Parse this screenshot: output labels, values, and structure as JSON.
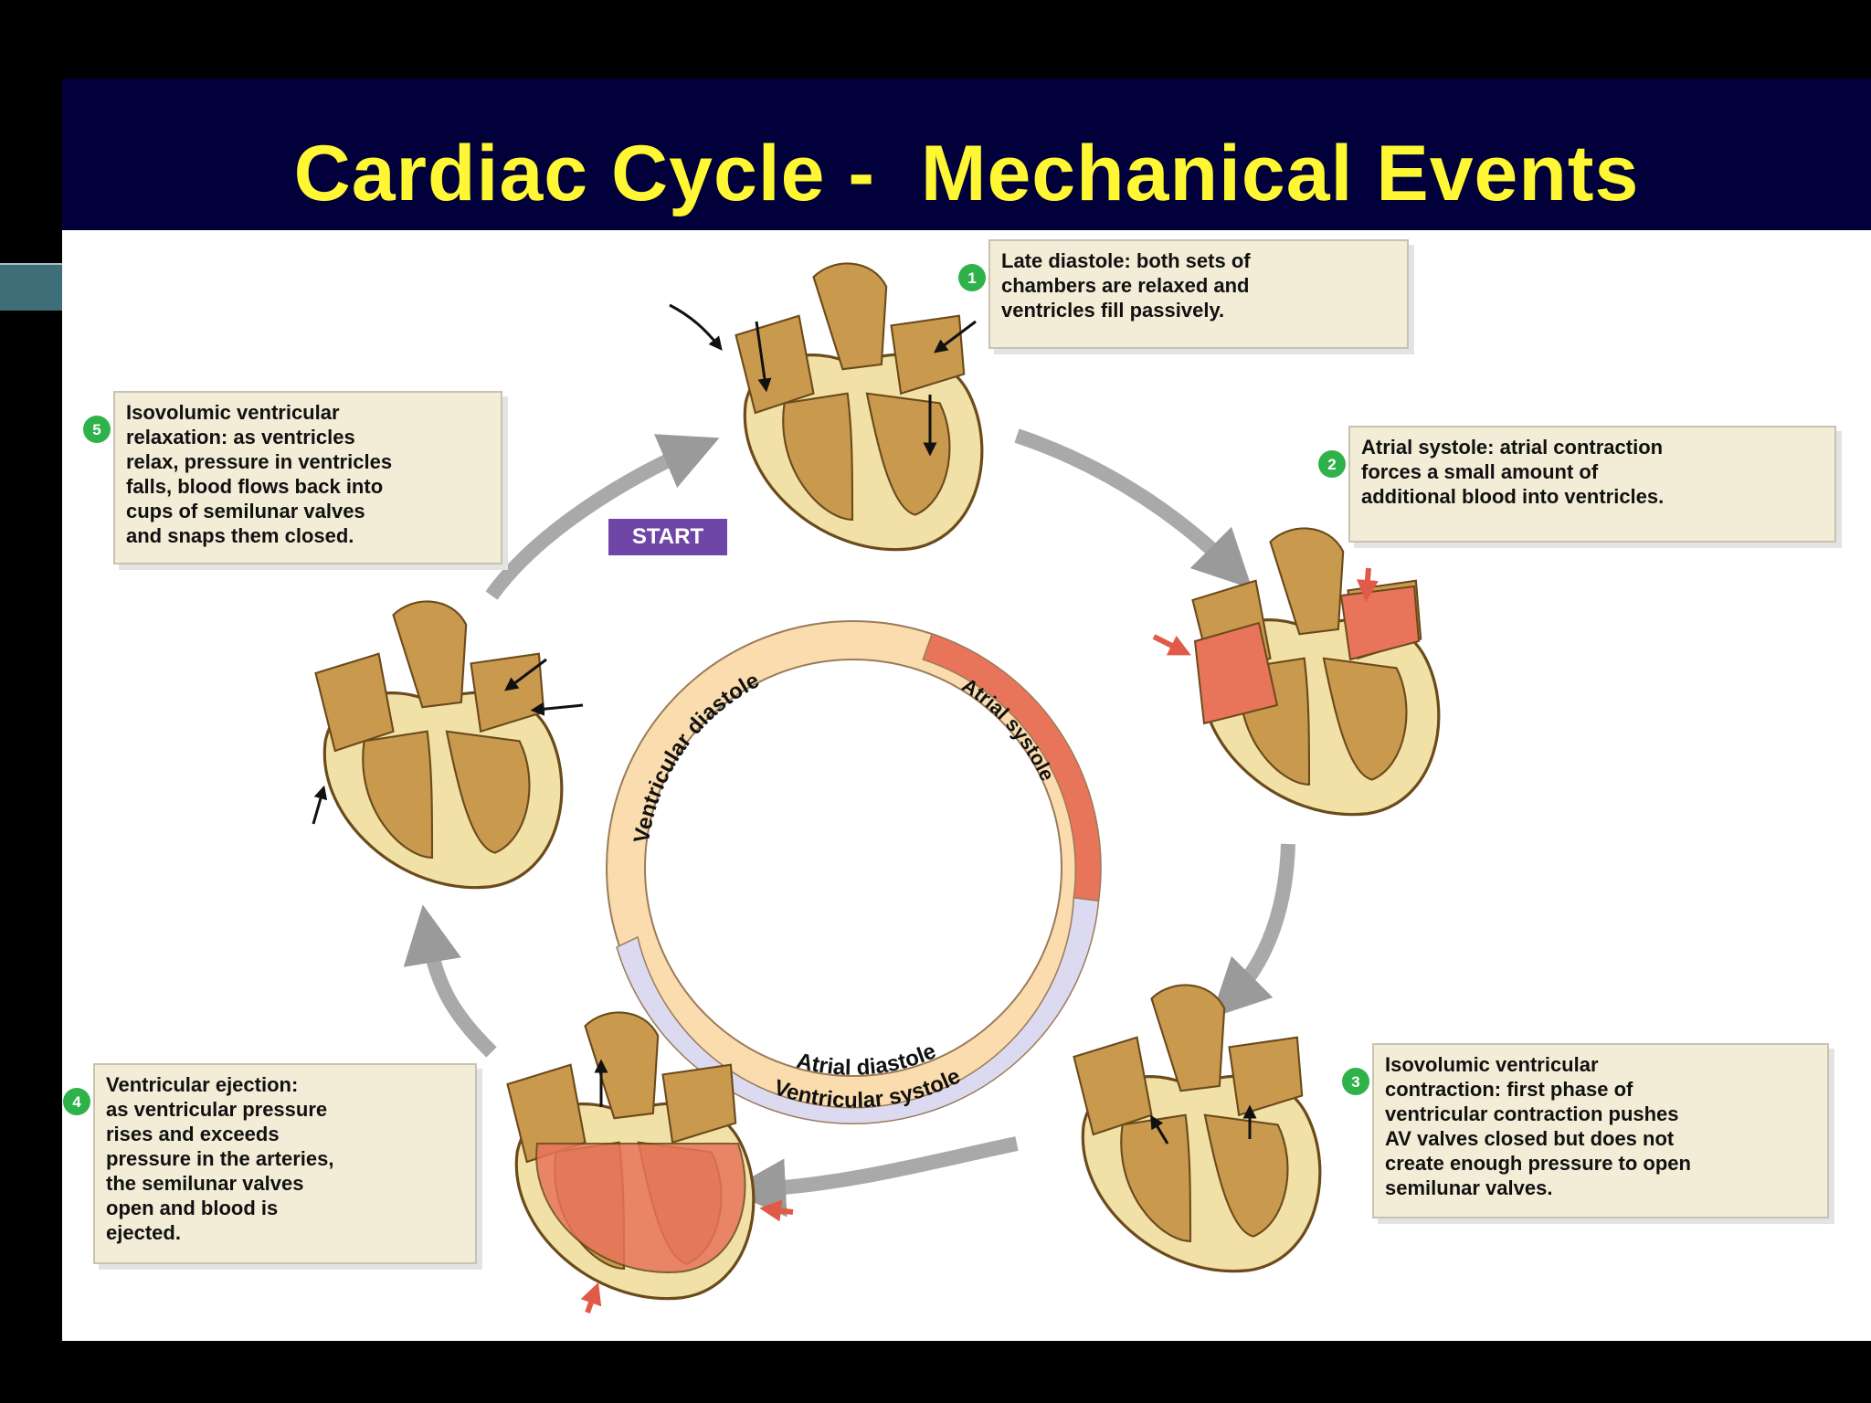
{
  "title": "Cardiac Cycle -  Mechanical Events",
  "start_label": "START",
  "ring": {
    "ventricular_diastole": "Ventricular diastole",
    "atrial_systole": "Atrial systole",
    "atrial_diastole": "Atrial diastole",
    "ventricular_systole": "Ventricular systole"
  },
  "steps": [
    {
      "num": "1",
      "lines": [
        "Late diastole: both sets of",
        "chambers are relaxed and",
        "ventricles fill passively."
      ]
    },
    {
      "num": "2",
      "lines": [
        "Atrial systole: atrial contraction",
        "forces a small amount of",
        "additional blood into ventricles."
      ]
    },
    {
      "num": "3",
      "lines": [
        "Isovolumic ventricular",
        "contraction: first phase of",
        "ventricular contraction pushes",
        "AV valves closed but does not",
        "create enough pressure to open",
        "semilunar valves."
      ]
    },
    {
      "num": "4",
      "lines": [
        "Ventricular ejection:",
        "as ventricular pressure",
        "rises and exceeds",
        "pressure in the arteries,",
        "the semilunar valves",
        "open and blood is",
        "ejected."
      ]
    },
    {
      "num": "5",
      "lines": [
        "Isovolumic ventricular",
        "relaxation: as ventricles",
        "relax, pressure in ventricles",
        "falls, blood flows back into",
        "cups of semilunar valves",
        "and snaps them closed."
      ]
    }
  ],
  "colors": {
    "title": "#fff733",
    "band": "#01003a",
    "badge": "#2fb24a",
    "start": "#6f46a8",
    "heart": "#c99a4e",
    "contracting": "#e8745a",
    "callout": "#f3ecd6"
  }
}
